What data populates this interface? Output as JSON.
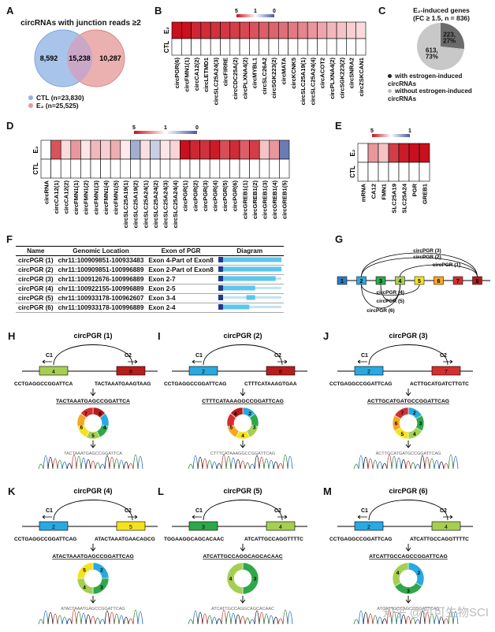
{
  "panels": {
    "A": {
      "letter": "A",
      "title": "circRNAs with junction reads ≥2",
      "venn": {
        "left": "8,592",
        "middle": "15,238",
        "right": "10,287"
      },
      "legend": [
        {
          "label": "CTL (n=23,830)",
          "color": "#8fb3e0"
        },
        {
          "label": "E₂ (n=25,525)",
          "color": "#e59a9a"
        }
      ]
    },
    "B": {
      "letter": "B",
      "rows": [
        "E₂",
        "CTL"
      ],
      "scale_ticks": [
        "5",
        "1",
        "0"
      ],
      "columns": [
        "circPGR(6)",
        "circFMN1(1)",
        "circCA12(2)",
        "circLETMD1",
        "circSLC25A24(3)",
        "circFIRRE",
        "circCDC25A(2)",
        "circPLXNA4(2)",
        "circMYBL1",
        "circSLC26A2",
        "circSGK223(2)",
        "circMATA",
        "circKCNK5",
        "circSLC25A19(1)",
        "circSLC25A24(4)",
        "circACOT2",
        "circPLXNA4(2)",
        "circSGK223(2)",
        "circSNRA2",
        "circZSKCAN1"
      ],
      "e2_values": [
        5,
        5,
        4.6,
        4.5,
        4.4,
        4.3,
        4.2,
        4.0,
        3.8,
        3.6,
        3.5,
        3.3,
        3.1,
        2.9,
        2.6,
        2.3,
        2.0,
        1.8,
        1.6,
        1.4
      ]
    },
    "C": {
      "letter": "C",
      "title": "E₂-induced genes",
      "subtitle": "(FC ≥ 1.5, n = 836)",
      "slices": [
        {
          "label": "223, 27%",
          "value": 223,
          "color": "#6b6b6b"
        },
        {
          "label": "613, 73%",
          "value": 613,
          "color": "#c8c8c8"
        }
      ],
      "legend": [
        {
          "label": "with estrogen-induced circRNAs",
          "color": "#222"
        },
        {
          "label": "without estrogen-induced circRNAs",
          "color": "#bbb"
        }
      ]
    },
    "D": {
      "letter": "D",
      "rows": [
        "E₂",
        "CTL"
      ],
      "scale_ticks": [
        "5",
        "1",
        "0"
      ],
      "columns": [
        "circRNA",
        "circCA12(1)",
        "circCA12(2)",
        "circFMN1(1)",
        "circFMN1(2)",
        "circFMN1(3)",
        "circFMN1(4)",
        "circFMN1(5)",
        "circSLC25A19(1)",
        "circSLC25A19(2)",
        "circSLC25A24(1)",
        "circSLC25A24(2)",
        "circSLC25A24(3)",
        "circSLC25A24(4)",
        "circPGR(1)",
        "circPGR(2)",
        "circPGR(3)",
        "circPGR(4)",
        "circPGR(5)",
        "circPGR(6)",
        "circGREB1(1)",
        "circGREB1(2)",
        "circGREB1(3)",
        "circGREB1(4)",
        "circGREB1(5)"
      ],
      "e2_values": [
        null,
        3.8,
        1.4,
        2.6,
        1.2,
        2.0,
        1.6,
        2.2,
        1.1,
        0.5,
        1.3,
        0.7,
        1.2,
        1.5,
        5,
        4.6,
        4.4,
        4.8,
        3.9,
        4.5,
        3.6,
        4.2,
        1.8,
        2.6,
        0.2
      ]
    },
    "E": {
      "letter": "E",
      "rows": [
        "E₂",
        "CTL"
      ],
      "scale_ticks": [
        "5",
        "1"
      ],
      "columns": [
        "mRNA",
        "CA12",
        "FMN1",
        "SLC25A19",
        "SLC25A24",
        "PGR",
        "GREB1"
      ],
      "e2_values": [
        null,
        2.6,
        1.8,
        4.2,
        4.8,
        5,
        5
      ]
    },
    "F": {
      "letter": "F",
      "headers": [
        "Name",
        "Genomic Location",
        "Exon of PGR",
        "Diagram"
      ],
      "rows": [
        {
          "name": "circPGR (1)",
          "loc": "chr11:100909851-100933483",
          "exon": "Exon 4-Part of Exon8",
          "bar": [
            0.0,
            1.0
          ]
        },
        {
          "name": "circPGR (2)",
          "loc": "chr11:100909851-100996889",
          "exon": "Exon 2-Part of Exon8",
          "bar": [
            0.0,
            1.0
          ]
        },
        {
          "name": "circPGR (3)",
          "loc": "chr11:100912676-100996889",
          "exon": "Exon 2-7",
          "bar": [
            0.0,
            0.9
          ]
        },
        {
          "name": "circPGR (4)",
          "loc": "chr11:100922155-100996889",
          "exon": "Exon 2-5",
          "bar": [
            0.0,
            0.55
          ]
        },
        {
          "name": "circPGR (5)",
          "loc": "chr11:100933178-100962607",
          "exon": "Exon 3-4",
          "bar": [
            0.4,
            0.55
          ]
        },
        {
          "name": "circPGR (6)",
          "loc": "chr11:100933178-100996889",
          "exon": "Exon 2-4",
          "bar": [
            0.0,
            0.45
          ]
        }
      ]
    },
    "G": {
      "letter": "G",
      "exons": [
        {
          "n": "1",
          "color": "#2b7bc4"
        },
        {
          "n": "2",
          "color": "#29a9e0"
        },
        {
          "n": "3",
          "color": "#2ea84a"
        },
        {
          "n": "4",
          "color": "#a6cf52"
        },
        {
          "n": "5",
          "color": "#f5e21c"
        },
        {
          "n": "6",
          "color": "#f5a623"
        },
        {
          "n": "7",
          "color": "#d32f2f"
        },
        {
          "n": "8",
          "color": "#b71c1c"
        }
      ],
      "arc_labels": [
        "circPGR (3)",
        "circPGR (2)",
        "circPGR (1)",
        "circPGR (4)",
        "circPGR (5)",
        "circPGR (6)"
      ]
    },
    "junctions": [
      {
        "letter": "H",
        "title": "circPGR (1)",
        "c1": "C1",
        "c2": "C2",
        "exL": "4",
        "exR": "8",
        "colL": "#a6cf52",
        "colR": "#b71c1c",
        "seqL": "CCTGAGGCCGGATTCA",
        "seqR": "TACTAAATGAAGTAAG",
        "junction": "TACTAAATGAGCCGGATTCA",
        "ring": [
          "#b71c1c",
          "#29a9e0",
          "#2ea84a",
          "#a6cf52",
          "#f5e21c",
          "#f5a623",
          "#d32f2f"
        ],
        "ringlabels": [
          "8",
          "4",
          "5",
          "6",
          "7"
        ],
        "chrom": "TACTAAATGAGCCGGATTCA"
      },
      {
        "letter": "I",
        "title": "circPGR (2)",
        "c1": "C1",
        "c2": "C2",
        "exL": "2",
        "exR": "8",
        "colL": "#29a9e0",
        "colR": "#b71c1c",
        "seqL": "CCTGAGGCCGGATTCAG",
        "seqR": "CTTTCATAAAGTGAA",
        "junction": "CTTTCATAAAGGCCGGATTCAG",
        "ring": [
          "#29a9e0",
          "#2ea84a",
          "#a6cf52",
          "#f5e21c",
          "#f5a623",
          "#d32f2f",
          "#b71c1c"
        ],
        "ringlabels": [
          "2",
          "3",
          "4",
          "5",
          "6"
        ],
        "chrom": "CTTTCATAAAGGCCGGATTCAG"
      },
      {
        "letter": "J",
        "title": "circPGR (3)",
        "c1": "C1",
        "c2": "C2",
        "exL": "2",
        "exR": "7",
        "colL": "#29a9e0",
        "colR": "#d32f2f",
        "seqL": "CCTGAGGCCGGATTCAG",
        "seqR": "ACTTGCATGATCTTGTC",
        "junction": "ACTTGCATGATGCCGGATTCAG",
        "ring": [
          "#29a9e0",
          "#2ea84a",
          "#a6cf52",
          "#f5e21c",
          "#f5a623",
          "#d32f2f"
        ],
        "ringlabels": [
          "2",
          "3",
          "4",
          "5",
          "6",
          "7"
        ],
        "chrom": "ACTTGCATGATGCCGGATTCAG"
      },
      {
        "letter": "K",
        "title": "circPGR (4)",
        "c1": "C1",
        "c2": "C2",
        "exL": "2",
        "exR": "5",
        "colL": "#29a9e0",
        "colR": "#f5e21c",
        "seqL": "CCTGAGGCCGGATTCAG",
        "seqR": "ATACTAAATGAACAGCG",
        "junction": "ATACTAAATGAGCCGGATTCAG",
        "ring": [
          "#29a9e0",
          "#2ea84a",
          "#a6cf52",
          "#f5e21c"
        ],
        "ringlabels": [
          "2",
          "3",
          "4",
          "5"
        ],
        "chrom": "ATACTAAATGAGCCGGATTCAG"
      },
      {
        "letter": "L",
        "title": "circPGR (5)",
        "c1": "C1",
        "c2": "C2",
        "exL": "3",
        "exR": "4",
        "colL": "#2ea84a",
        "colR": "#a6cf52",
        "seqL": "TGGAAGGCAGCACAAC",
        "seqR": "ATCATTGCCAGGTTTTC",
        "junction": "ATCATTGCCAGGCAGCACAAC",
        "ring": [
          "#2ea84a",
          "#a6cf52"
        ],
        "ringlabels": [
          "3",
          "4"
        ],
        "chrom": "ATCATTGCCAGGCAGCACAAC"
      },
      {
        "letter": "M",
        "title": "circPGR (6)",
        "c1": "C1",
        "c2": "C2",
        "exL": "2",
        "exR": "4",
        "colL": "#29a9e0",
        "colR": "#a6cf52",
        "seqL": "CCTGAGGCCGGATTCAG",
        "seqR": "ATCATTGCCAGGTTTTC",
        "junction": "ATCATTGCCAGCCGGATTCAG",
        "ring": [
          "#29a9e0",
          "#2ea84a",
          "#a6cf52"
        ],
        "ringlabels": [
          "2",
          "3",
          "4"
        ],
        "chrom": "ATCATTGCCAGCCGGATTCAG"
      }
    ]
  },
  "watermark": "知乎 @可可生物SCI"
}
